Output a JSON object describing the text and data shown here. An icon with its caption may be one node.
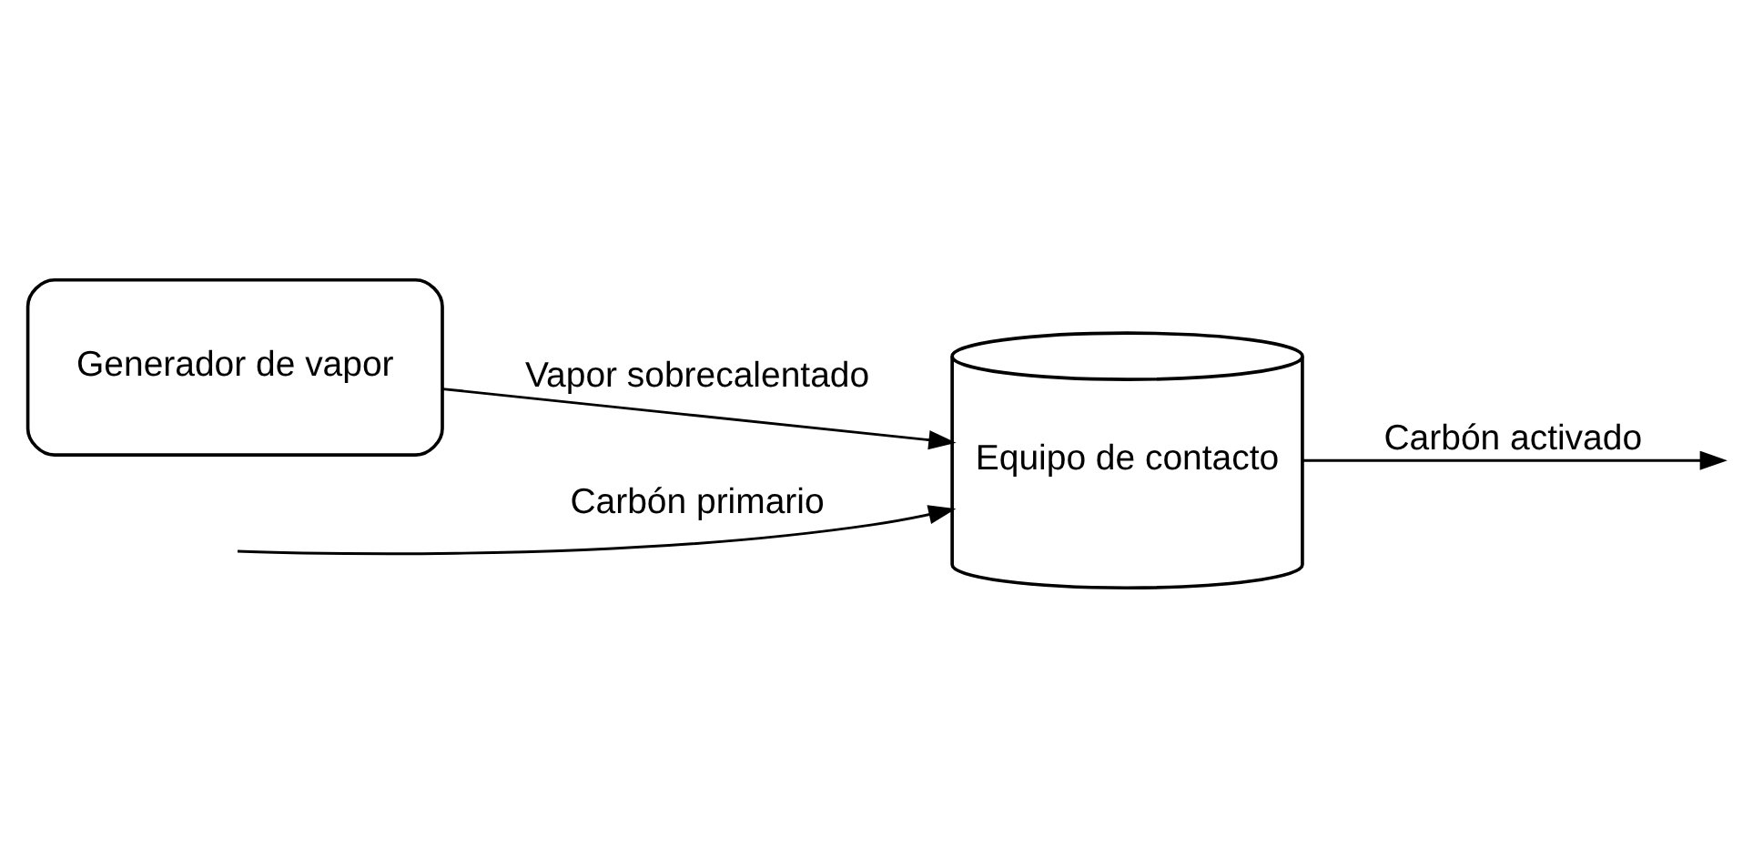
{
  "diagram": {
    "nodes": [
      {
        "text": [
          "Generador de vapor"
        ]
      },
      {
        "text": [
          "Equipo de contacto"
        ]
      }
    ],
    "edges": [
      {
        "from": null,
        "to": 1,
        "arrow": "to",
        "label": "Carbón primario"
      },
      {
        "from": 0,
        "to": 1,
        "arrow": "to",
        "label": "Vapor sobrecalentado"
      },
      {
        "from": 1,
        "to": null,
        "arrow": "to",
        "label": "Carbón activado"
      }
    ]
  }
}
